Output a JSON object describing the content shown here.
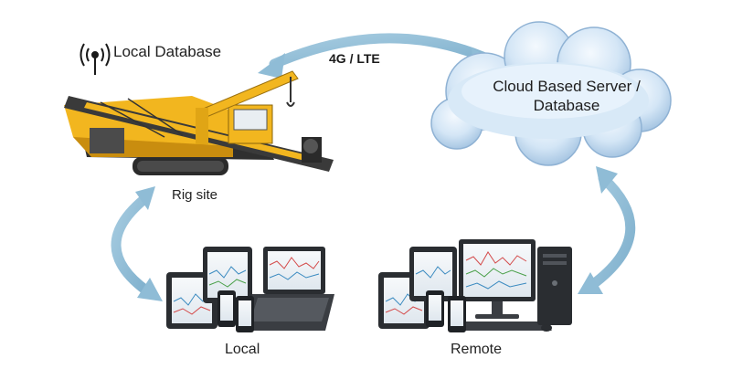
{
  "diagram": {
    "local_database_label": "Local Database",
    "connection_label": "4G / LTE",
    "cloud_label": "Cloud Based Server / Database",
    "rig_site_label": "Rig site",
    "local_label": "Local",
    "remote_label": "Remote"
  },
  "icons": {
    "antenna": "antenna-icon",
    "rig": "drilling-rig-icon",
    "cloud": "cloud-icon",
    "tablet": "tablet-icon",
    "phone": "phone-icon",
    "laptop": "laptop-icon",
    "monitor": "monitor-icon",
    "tower": "desktop-tower-icon"
  },
  "colors": {
    "arrow": "#8fbcd6",
    "cloud_light": "#e4f0fb",
    "cloud_dark": "#aac8e4",
    "rig_yellow": "#f2b61f",
    "device_dark": "#2a2d31"
  }
}
